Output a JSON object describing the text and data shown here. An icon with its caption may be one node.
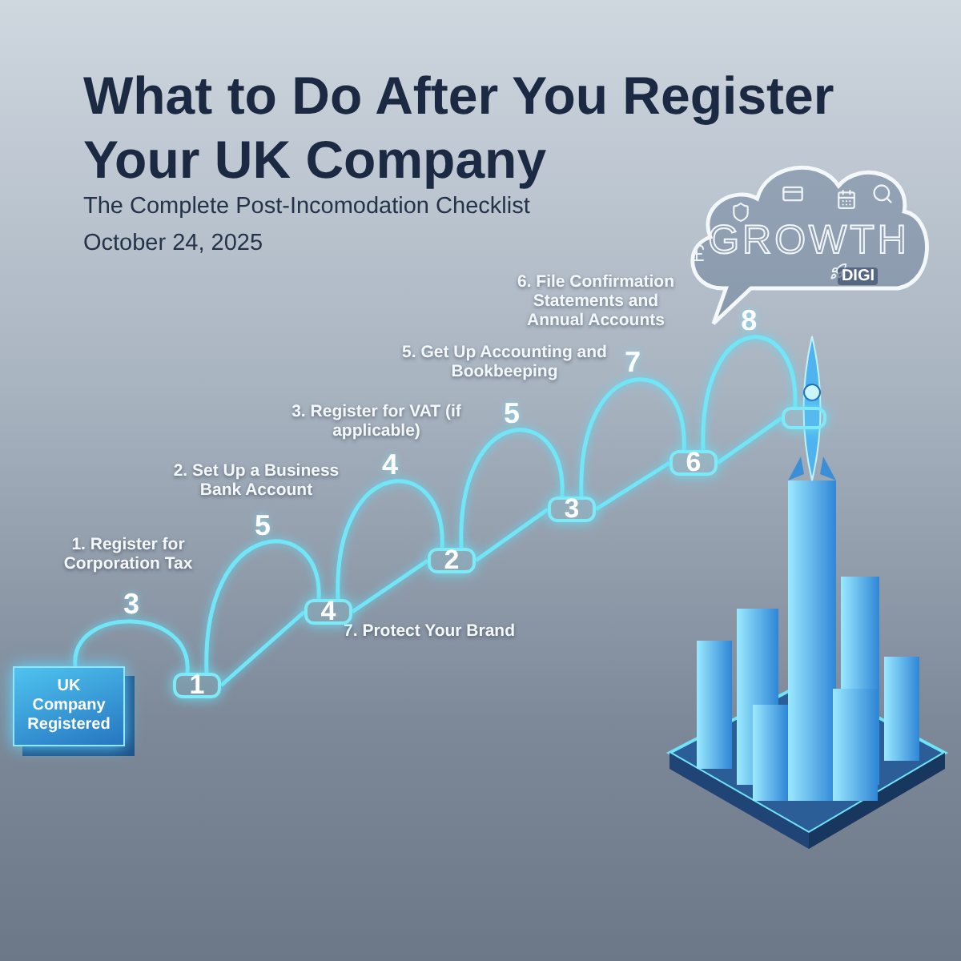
{
  "diagram": {
    "title": "What to Do After You Register Your UK Company",
    "caption": "The Complete Post-Incomodation Checklist October 24, 2025",
    "nodes": [
      {
        "text": [
          "UK Company Registered"
        ]
      },
      {
        "text": [
          "1"
        ]
      },
      {
        "text": [
          "4"
        ]
      },
      {
        "text": [
          "2"
        ]
      },
      {
        "text": [
          "3"
        ]
      },
      {
        "text": [
          "6"
        ]
      },
      {
        "text": [],
        "shape": "box"
      },
      {
        "text": [
          "GROWTH",
          "DIGI"
        ]
      }
    ],
    "edges": [
      {
        "from": 0,
        "to": 1,
        "arrow": "none",
        "label": "3"
      },
      {
        "from": 1,
        "to": 2,
        "arrow": "none",
        "label": "5"
      },
      {
        "from": 2,
        "to": 3,
        "arrow": "none",
        "label": "4"
      },
      {
        "from": 3,
        "to": 4,
        "arrow": "none",
        "label": "5"
      },
      {
        "from": 4,
        "to": 5,
        "arrow": "none",
        "label": "7"
      },
      {
        "from": 5,
        "to": 6,
        "arrow": "none",
        "label": "8"
      },
      {
        "from": 1,
        "to": 2,
        "arrow": "none"
      },
      {
        "from": 2,
        "to": 3,
        "arrow": "none"
      },
      {
        "from": 3,
        "to": 4,
        "arrow": "none"
      },
      {
        "from": 4,
        "to": 5,
        "arrow": "none"
      },
      {
        "from": 5,
        "to": 6,
        "arrow": "none"
      }
    ],
    "labels": [
      "6. File Confirmation Statements and Annual Accounts",
      "5. Get Up Accounting and Bookbeeping",
      "3. Register for VAT (if applicable)",
      "2. Set Up a Business Bank Account",
      "1. Register for Corporation Tax",
      "7. Protect Your Brand"
    ]
  }
}
